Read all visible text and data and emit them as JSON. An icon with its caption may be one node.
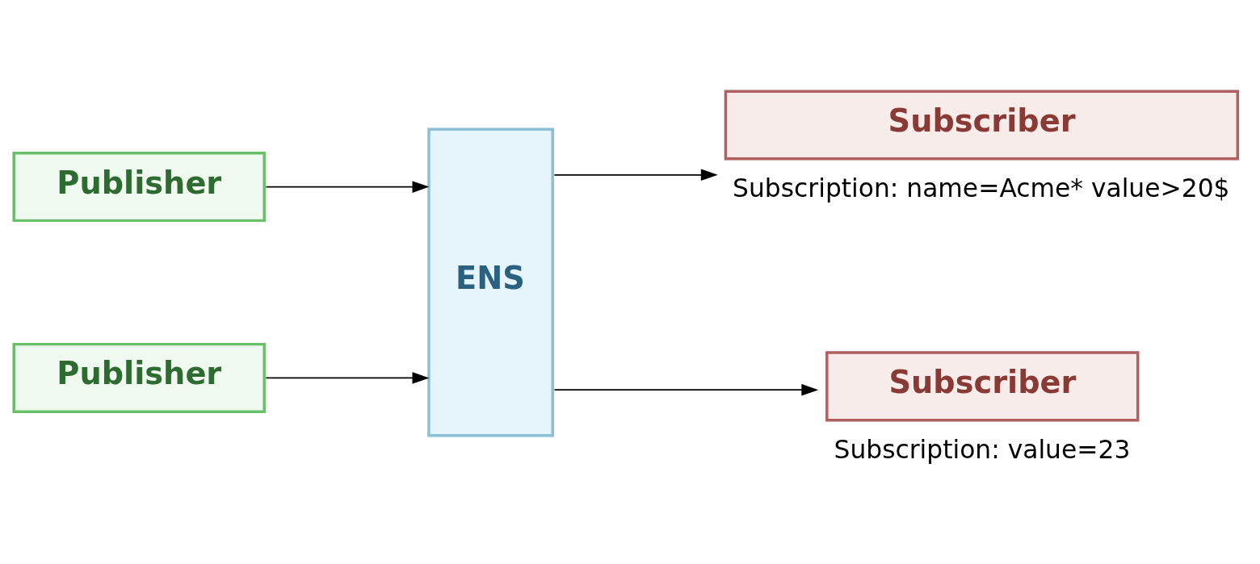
{
  "diagram": {
    "nodes": [
      {
        "text": [
          "Publisher"
        ]
      },
      {
        "text": [
          "Publisher"
        ]
      },
      {
        "text": [
          "ENS"
        ]
      },
      {
        "text": [
          "Subscriber"
        ],
        "beside": [
          "Subscription: name=Acme* value>20$"
        ]
      },
      {
        "text": [
          "Subscriber"
        ],
        "beside": [
          "Subscription: value=23"
        ]
      }
    ],
    "edges": [
      {
        "from": 0,
        "to": 2,
        "arrow": "to"
      },
      {
        "from": 1,
        "to": 2,
        "arrow": "to"
      },
      {
        "from": 2,
        "to": 3,
        "arrow": "to"
      },
      {
        "from": 2,
        "to": 4,
        "arrow": "to"
      }
    ]
  }
}
